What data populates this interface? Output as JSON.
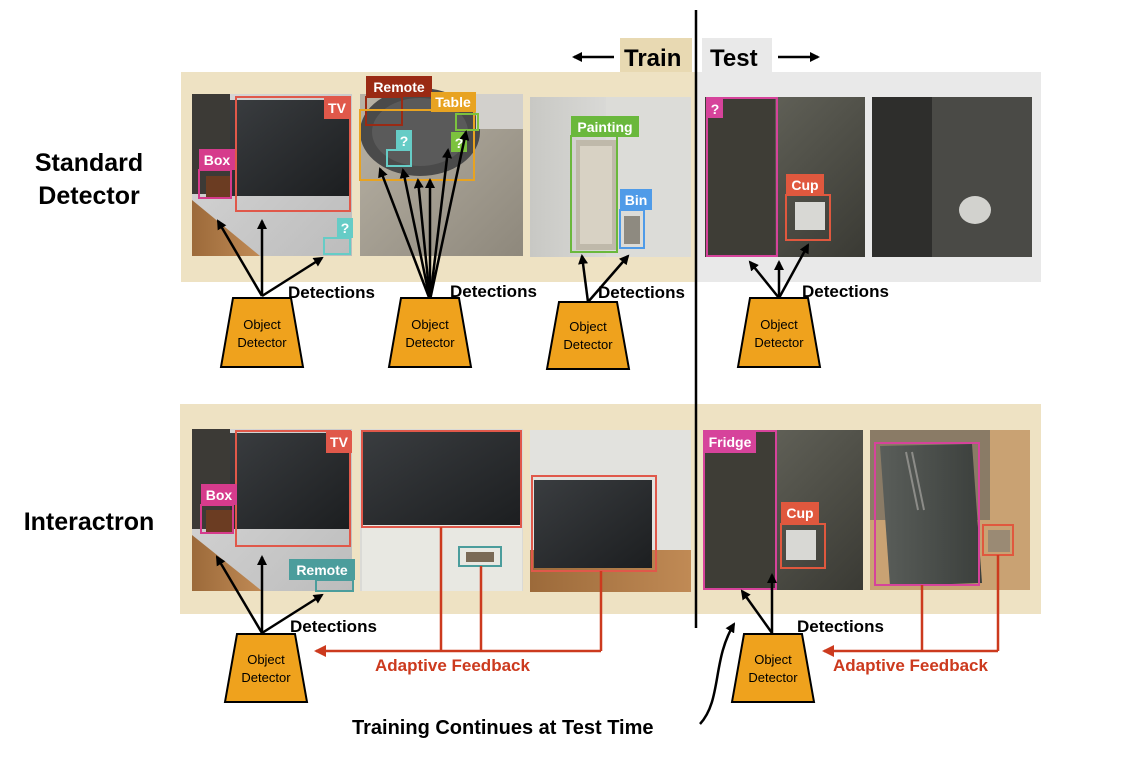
{
  "header": {
    "train_label": "Train",
    "test_label": "Test"
  },
  "rows": {
    "standard_label_line1": "Standard",
    "standard_label_line2": "Detector",
    "interactron_label": "Interactron"
  },
  "detector_label_line1": "Object",
  "detector_label_line2": "Detector",
  "detections_label": "Detections",
  "feedback_label": "Adaptive Feedback",
  "caption": "Training Continues at Test Time",
  "box_labels": {
    "tv": "TV",
    "box": "Box",
    "unknown": "?",
    "remote": "Remote",
    "table": "Table",
    "painting": "Painting",
    "bin": "Bin",
    "cup": "Cup",
    "fridge": "Fridge"
  },
  "colors": {
    "train_bg": "#eee2c3",
    "train_header_bg": "#e8d9b2",
    "test_bg": "#e9e9e9",
    "detector_fill": "#efa21d",
    "feedback": "#cc3a1e",
    "tv": "#e0584a",
    "box": "#d63b8c",
    "remote_std": "#9a2a14",
    "table": "#e8a321",
    "unknown_cyan": "#66ccc6",
    "unknown_green": "#7cc23e",
    "painting": "#6ab83c",
    "bin": "#4f9be8",
    "cup": "#e0583e",
    "remote_int": "#4b9d9c",
    "fridge": "#d6439b"
  }
}
